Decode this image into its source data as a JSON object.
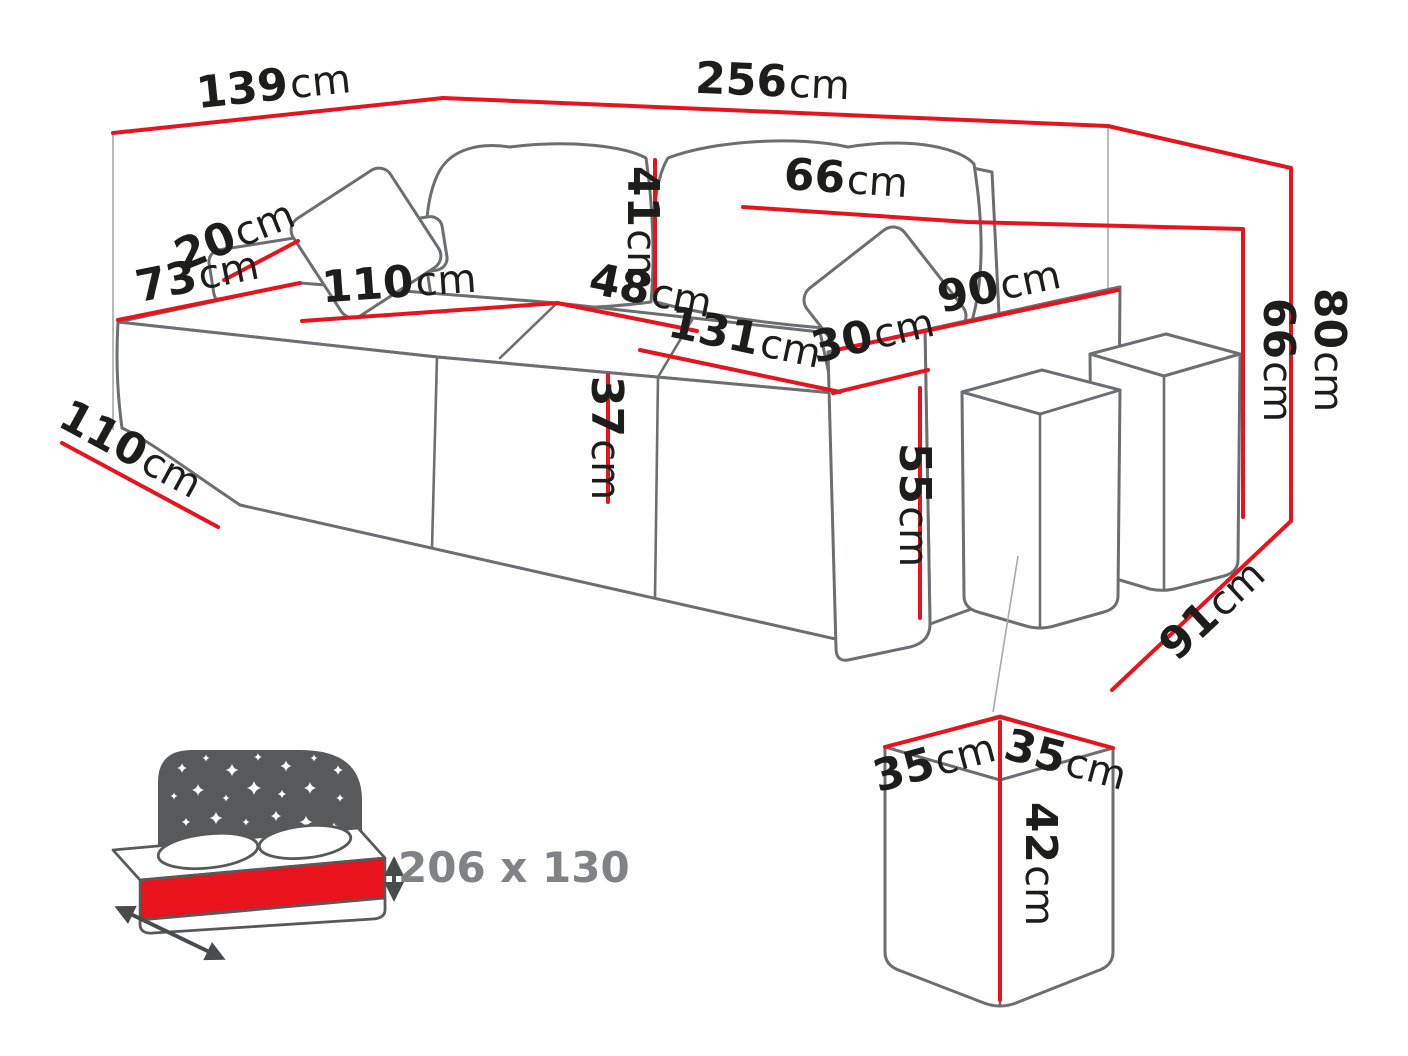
{
  "colors": {
    "dimension_red": "#e8131d",
    "outline_gray": "#6d6e71",
    "label_black": "#1d1d1b",
    "sleeping_label_gray": "#808285",
    "backdrop_gray": "#58595b"
  },
  "labels": {
    "width_back_left": {
      "value": "139",
      "unit": "cm"
    },
    "width_back_right": {
      "value": "256",
      "unit": "cm"
    },
    "back_cushion_width": {
      "value": "66",
      "unit": "cm"
    },
    "back_cushion_height": {
      "value": "41",
      "unit": "cm"
    },
    "backrest_top_depth": {
      "value": "20",
      "unit": "cm"
    },
    "chaise_width": {
      "value": "73",
      "unit": "cm"
    },
    "chaise_length": {
      "value": "110",
      "unit": "cm"
    },
    "seat_depth": {
      "value": "48",
      "unit": "cm"
    },
    "seat_width": {
      "value": "131",
      "unit": "cm"
    },
    "armrest_width": {
      "value": "30",
      "unit": "cm"
    },
    "armrest_length": {
      "value": "90",
      "unit": "cm"
    },
    "total_height": {
      "value": "80",
      "unit": "cm"
    },
    "backrest_height": {
      "value": "66",
      "unit": "cm"
    },
    "side_depth": {
      "value": "91",
      "unit": "cm"
    },
    "seat_height": {
      "value": "37",
      "unit": "cm"
    },
    "armrest_height": {
      "value": "55",
      "unit": "cm"
    },
    "chaise_floor_depth": {
      "value": "110",
      "unit": "cm"
    },
    "pouf_width": {
      "value": "35",
      "unit": "cm"
    },
    "pouf_depth": {
      "value": "35",
      "unit": "cm"
    },
    "pouf_height": {
      "value": "42",
      "unit": "cm"
    }
  },
  "sleeping_area": {
    "label": "206 x 130"
  }
}
